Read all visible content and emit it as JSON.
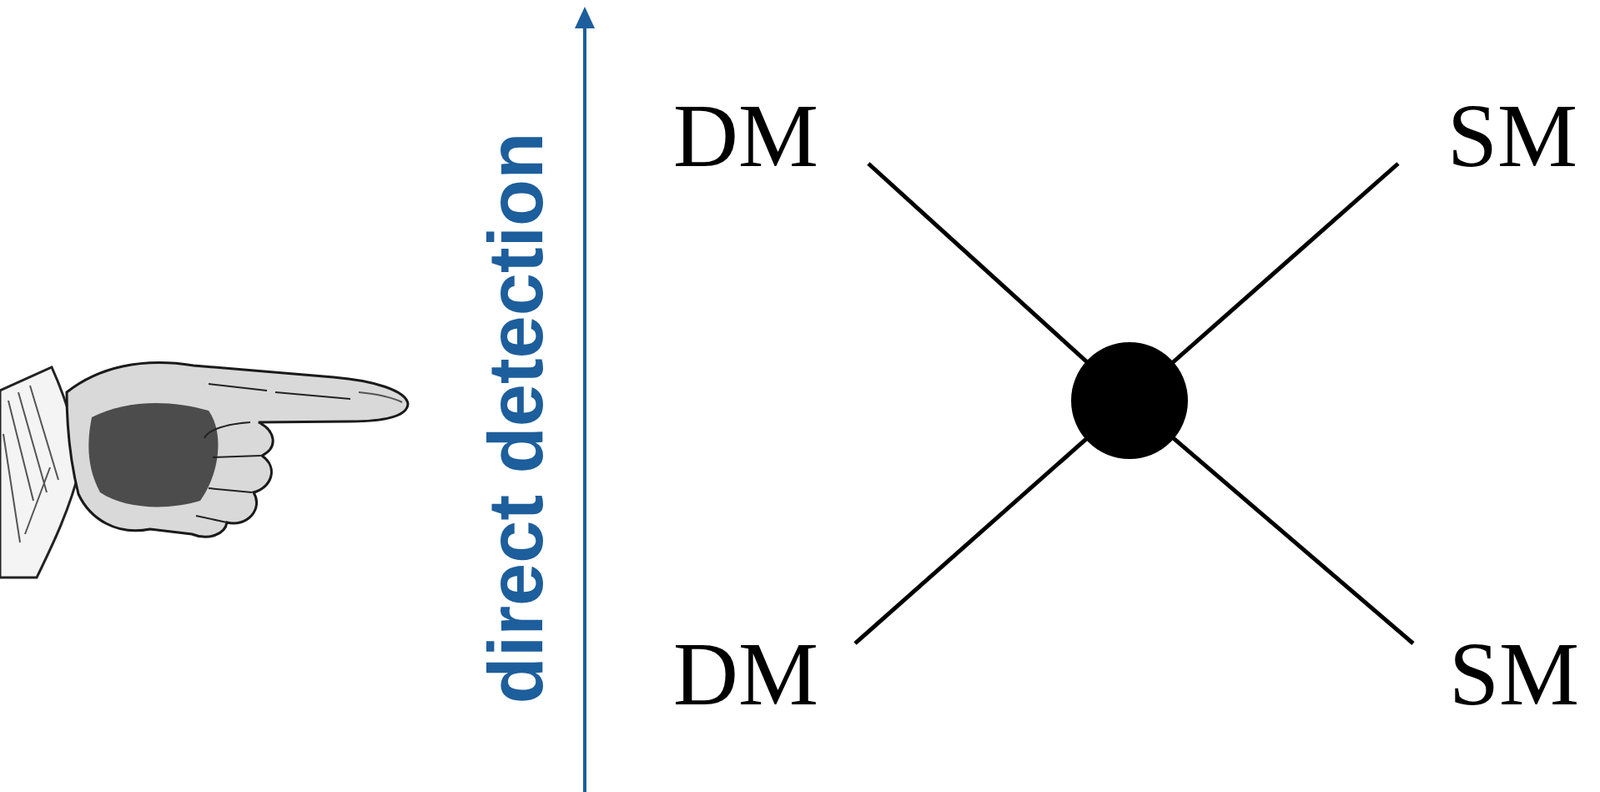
{
  "diagram": {
    "labels": [
      "direct detection",
      "DM",
      "SM",
      "DM",
      "SM"
    ]
  }
}
